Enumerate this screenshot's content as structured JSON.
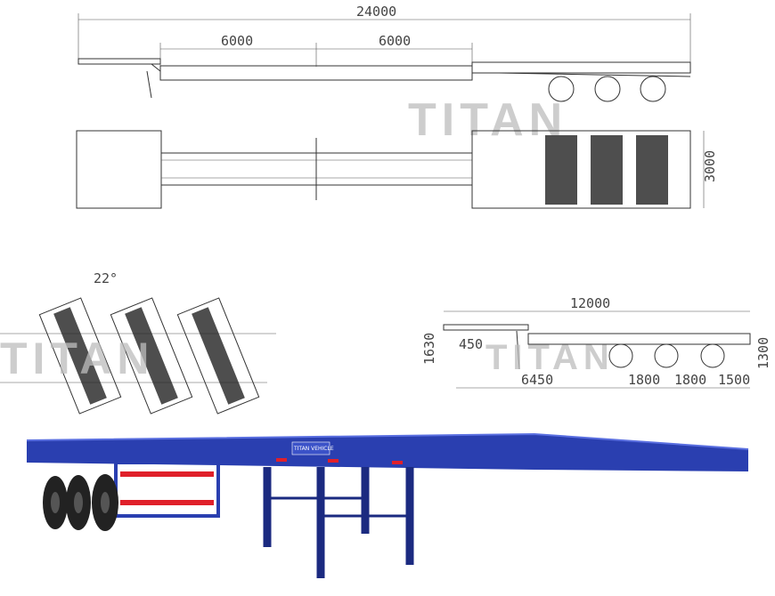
{
  "watermark": "TITAN",
  "top_side_view": {
    "overall_length": "24000",
    "section_1": "6000",
    "section_2": "6000"
  },
  "plan_view": {
    "width": "3000"
  },
  "turning_view": {
    "angle": "22°"
  },
  "small_side_view": {
    "overall_length": "12000",
    "height_front": "1630",
    "kingpin_offset": "450",
    "height_rear": "1300",
    "kingpin_to_axle": "6450",
    "axle_spacing_1": "1800",
    "axle_spacing_2": "1800",
    "rear_overhang": "1500"
  },
  "photo": {
    "plate_text": "TITAN VEHICLE",
    "body_color": "#2a3fb0",
    "reflector_color": "#e0202a"
  }
}
